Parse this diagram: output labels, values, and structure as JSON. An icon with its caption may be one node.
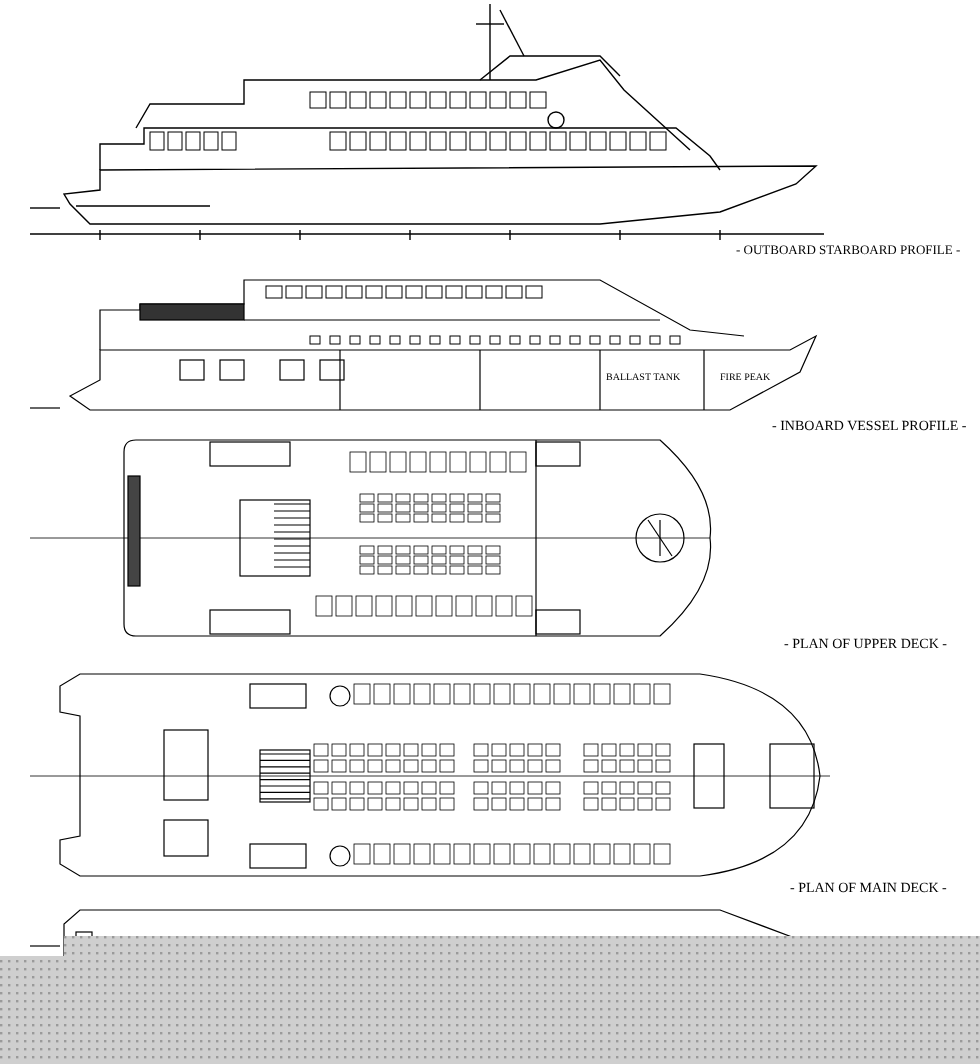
{
  "diagram": {
    "labels": [
      "- OUTBOARD STARBOARD PROFILE -",
      "BALLAST TANK",
      "FIRE PEAK",
      "- INBOARD VESSEL PROFILE -",
      "- PLAN OF UPPER DECK -",
      "- PLAN OF MAIN DECK -"
    ]
  }
}
